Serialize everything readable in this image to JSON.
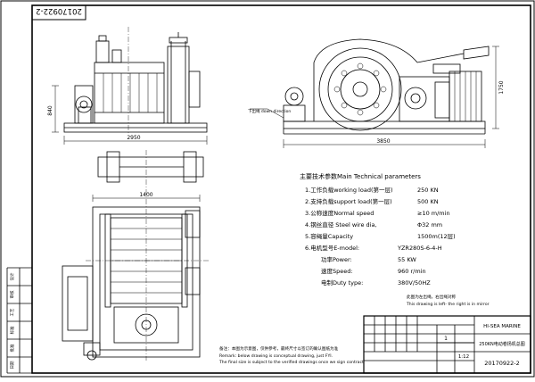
{
  "drawing_number": "20170922-2",
  "dimensions": {
    "front_height": "840",
    "front_width": "2950",
    "side_height": "1750",
    "side_length": "3850",
    "plan_width": "1400"
  },
  "labels": {
    "down_direction": "下出绳 down direction"
  },
  "parameters": {
    "title": "主要技术参数Main Technical parameters",
    "rows": [
      {
        "label": "1.工作负载working load(第一层)",
        "value": "250 KN"
      },
      {
        "label": "2.支持负载support load(第一层)",
        "value": "500 KN"
      },
      {
        "label": "3.公称速度Normal speed",
        "value": "≥10 m/min"
      },
      {
        "label": "4.钢丝直径 Steel wire dia,",
        "value": "Φ32 mm"
      },
      {
        "label": "5.容绳量Capacity",
        "value": "1500m(12层)"
      },
      {
        "label": "6.电机型号E-model:",
        "value": "YZR280S-6-4-H"
      },
      {
        "label": "功率Power:",
        "value": "55 KW"
      },
      {
        "label": "速度Speed:",
        "value": "960 r/min"
      },
      {
        "label": "电制Duty type:",
        "value": "380V/50HZ"
      }
    ],
    "mirror_note_cn": "此图为左出绳，右出绳对称",
    "mirror_note_en": "This drawing is left- the right is in mirror"
  },
  "remarks": {
    "cn": "备注：本图为示意图，仅供参考，最终尺寸以签订的确认图纸为准",
    "en1": "Remark: below drawing is conceptual drawing, just FYI.",
    "en2": "The final size is subject to the verified drawings once we sign contract"
  },
  "title_block": {
    "company": "HI-SEA MARINE",
    "product": "250KN电动卷扬机总图",
    "code": "20170922-2",
    "scale": "1:12",
    "sheet": "1"
  },
  "left_column_cells": [
    "设计",
    "审核",
    "工艺",
    "标准",
    "批准",
    "日期"
  ]
}
